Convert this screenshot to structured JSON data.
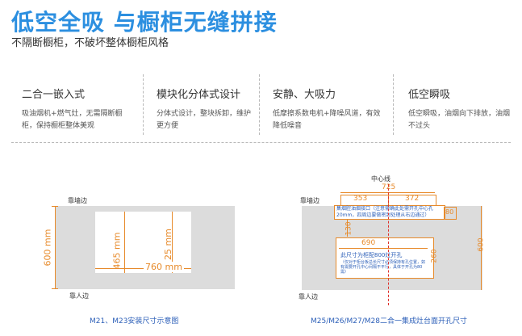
{
  "header": {
    "title": "低空全吸  与橱柜无缝拼接",
    "subtitle": "不隔断橱柜，不破坏整体橱柜风格"
  },
  "features": [
    {
      "title": "二合一嵌入式",
      "desc": "吸油烟机+燃气灶，无需隔断橱柜，保持橱柜整体美观"
    },
    {
      "title": "模块化分体式设计",
      "desc": "分体式设计，整块拆卸，维护更方便"
    },
    {
      "title": "安静、大吸力",
      "desc": "低摩擦系数电机+降噪风道，有效降低噪音"
    },
    {
      "title": "低空瞬吸",
      "desc": "低空瞬吸，油烟向下排放，油烟不过头"
    }
  ],
  "diagram_left": {
    "wall_side": "靠墙边",
    "person_side": "靠人边",
    "dim_600": "600 mm",
    "dim_465": "465 mm",
    "dim_25": "25 mm",
    "dim_760": "760 mm",
    "caption": "M21、M23安装尺寸示意图"
  },
  "diagram_right": {
    "center_line": "中心线",
    "wall_side": "靠墙边",
    "person_side": "靠人边",
    "dim_725": "725",
    "dim_353": "353",
    "dim_372": "372",
    "dim_80": "80",
    "dim_130": "130",
    "dim_690": "690",
    "dim_260": "260",
    "dim_600": "600",
    "top_note": "集烟腔油烟接口（注意需确此处需开孔中心孔20mm，四周边要做密封处理从右边通过）",
    "hole_label": "此尺寸为柜配800灶开孔",
    "hole_note": "（仅对于柜台板总长尺寸必须保持有孔位置，如有需要开孔中心间隔不平行，具体于开孔为80需）",
    "caption": "M25/M26/M27/M28二合一集成灶台面开孔尺寸"
  },
  "colors": {
    "title_blue": "#2c8fe0",
    "dimension_orange": "#e78a2a",
    "center_line_red": "#e0302a",
    "counter_gray": "#dcdcdc",
    "caption_blue": "#2c5fb8"
  }
}
